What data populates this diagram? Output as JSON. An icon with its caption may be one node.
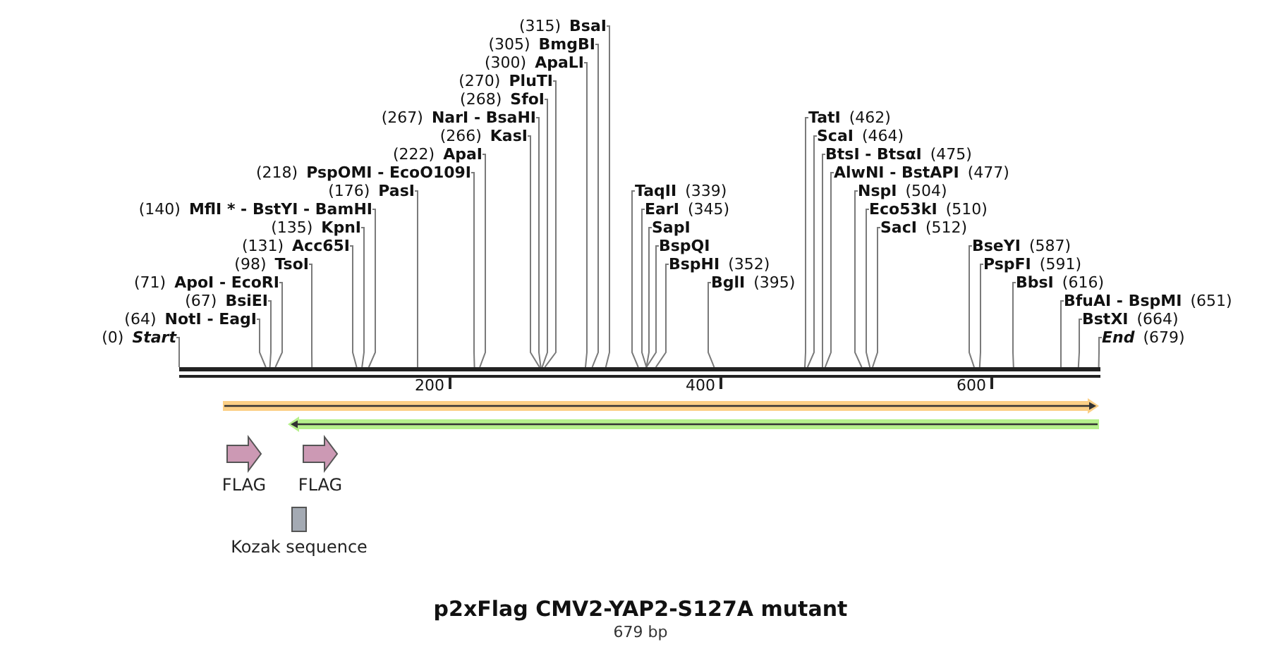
{
  "diagram": {
    "title": "p2xFlag CMV2-YAP2-S127A mutant",
    "caption": "679 bp",
    "nodes": [
      {
        "text": [
          "(0)",
          "Start"
        ]
      },
      {
        "text": [
          "(64)",
          "NotI - EagI"
        ]
      },
      {
        "text": [
          "(67)",
          "BsiEI"
        ]
      },
      {
        "text": [
          "(71)",
          "ApoI - EcoRI"
        ]
      },
      {
        "text": [
          "(98)",
          "TsoI"
        ]
      },
      {
        "text": [
          "(131)",
          "Acc65I"
        ]
      },
      {
        "text": [
          "(135)",
          "KpnI"
        ]
      },
      {
        "text": [
          "(140)",
          "MflI * - BstYI - BamHI"
        ]
      },
      {
        "text": [
          "(176)",
          "PasI"
        ]
      },
      {
        "text": [
          "(218)",
          "PspOMI - EcoO109I"
        ]
      },
      {
        "text": [
          "(222)",
          "ApaI"
        ]
      },
      {
        "text": [
          "(266)",
          "KasI"
        ]
      },
      {
        "text": [
          "(267)",
          "NarI - BsaHI"
        ]
      },
      {
        "text": [
          "(268)",
          "SfoI"
        ]
      },
      {
        "text": [
          "(270)",
          "PluTI"
        ]
      },
      {
        "text": [
          "(300)",
          "ApaLI"
        ]
      },
      {
        "text": [
          "(305)",
          "BmgBI"
        ]
      },
      {
        "text": [
          "(315)",
          "BsaI"
        ]
      },
      {
        "text": [
          "TaqII",
          "(339)"
        ]
      },
      {
        "text": [
          "EarI",
          "(345)"
        ]
      },
      {
        "text": [
          "SapI"
        ]
      },
      {
        "text": [
          "BspQI"
        ]
      },
      {
        "text": [
          "BspHI",
          "(352)"
        ]
      },
      {
        "text": [
          "BglI",
          "(395)"
        ]
      },
      {
        "text": [
          "TatI",
          "(462)"
        ]
      },
      {
        "text": [
          "ScaI",
          "(464)"
        ]
      },
      {
        "text": [
          "BtsI - BtsαI",
          "(475)"
        ]
      },
      {
        "text": [
          "AlwNI - BstAPI",
          "(477)"
        ]
      },
      {
        "text": [
          "NspI",
          "(504)"
        ]
      },
      {
        "text": [
          "Eco53kI",
          "(510)"
        ]
      },
      {
        "text": [
          "SacI",
          "(512)"
        ]
      },
      {
        "text": [
          "BseYI",
          "(587)"
        ]
      },
      {
        "text": [
          "PspFI",
          "(591)"
        ]
      },
      {
        "text": [
          "BbsI",
          "(616)"
        ]
      },
      {
        "text": [
          "BfuAI - BspMI",
          "(651)"
        ]
      },
      {
        "text": [
          "BstXI",
          "(664)"
        ]
      },
      {
        "text": [
          "End",
          "(679)"
        ]
      },
      {
        "text": [],
        "shape": "bar"
      },
      {
        "text": [],
        "shape": "arrow",
        "beside": [
          "FLAG"
        ]
      },
      {
        "text": [],
        "shape": "arrow",
        "beside": [
          "FLAG"
        ]
      },
      {
        "text": [],
        "shape": "box",
        "beside": [
          "Kozak sequence"
        ]
      }
    ],
    "edges": [
      {
        "from": 0,
        "to": 37,
        "arrow": "none"
      },
      {
        "from": 1,
        "to": 37,
        "arrow": "none"
      },
      {
        "from": 2,
        "to": 37,
        "arrow": "none"
      },
      {
        "from": 3,
        "to": 37,
        "arrow": "none"
      },
      {
        "from": 4,
        "to": 37,
        "arrow": "none"
      },
      {
        "from": 5,
        "to": 37,
        "arrow": "none"
      },
      {
        "from": 6,
        "to": 37,
        "arrow": "none"
      },
      {
        "from": 7,
        "to": 37,
        "arrow": "none"
      },
      {
        "from": 8,
        "to": 37,
        "arrow": "none"
      },
      {
        "from": 9,
        "to": 37,
        "arrow": "none"
      },
      {
        "from": 10,
        "to": 37,
        "arrow": "none"
      },
      {
        "from": 11,
        "to": 37,
        "arrow": "none"
      },
      {
        "from": 12,
        "to": 37,
        "arrow": "none"
      },
      {
        "from": 13,
        "to": 37,
        "arrow": "none"
      },
      {
        "from": 14,
        "to": 37,
        "arrow": "none"
      },
      {
        "from": 15,
        "to": 37,
        "arrow": "none"
      },
      {
        "from": 16,
        "to": 37,
        "arrow": "none"
      },
      {
        "from": 17,
        "to": 37,
        "arrow": "none"
      },
      {
        "from": 18,
        "to": 37,
        "arrow": "none"
      },
      {
        "from": 19,
        "to": 37,
        "arrow": "none"
      },
      {
        "from": 20,
        "to": 37,
        "arrow": "none"
      },
      {
        "from": 21,
        "to": 37,
        "arrow": "none"
      },
      {
        "from": 22,
        "to": 37,
        "arrow": "none"
      },
      {
        "from": 23,
        "to": 37,
        "arrow": "none"
      },
      {
        "from": 24,
        "to": 37,
        "arrow": "none"
      },
      {
        "from": 25,
        "to": 37,
        "arrow": "none"
      },
      {
        "from": 26,
        "to": 37,
        "arrow": "none"
      },
      {
        "from": 27,
        "to": 37,
        "arrow": "none"
      },
      {
        "from": 28,
        "to": 37,
        "arrow": "none"
      },
      {
        "from": 29,
        "to": 37,
        "arrow": "none"
      },
      {
        "from": 30,
        "to": 37,
        "arrow": "none"
      },
      {
        "from": 31,
        "to": 37,
        "arrow": "none"
      },
      {
        "from": 32,
        "to": 37,
        "arrow": "none"
      },
      {
        "from": 33,
        "to": 37,
        "arrow": "none"
      },
      {
        "from": 34,
        "to": 37,
        "arrow": "none"
      },
      {
        "from": 35,
        "to": 37,
        "arrow": "none"
      },
      {
        "from": 36,
        "to": 37,
        "arrow": "none"
      }
    ],
    "labels": [
      "200",
      "400",
      "600"
    ]
  }
}
